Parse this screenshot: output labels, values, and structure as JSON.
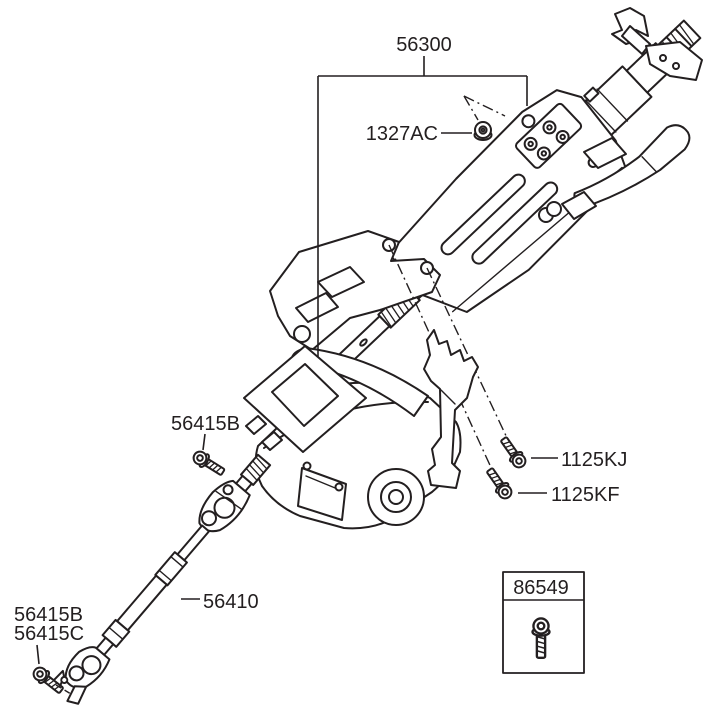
{
  "diagram": {
    "title_hint": "steering column parts diagram",
    "colors": {
      "line": "#231f20",
      "background": "#ffffff"
    },
    "labels": {
      "assembly": "56300",
      "nut": "1327AC",
      "joint_bolt_upper": "56415B",
      "mount_bolt_1": "1125KJ",
      "mount_bolt_2": "1125KF",
      "shaft": "56410",
      "joint_bolt_lower_b": "56415B",
      "joint_bolt_lower_c": "56415C",
      "boxed_bolt": "86549"
    }
  }
}
